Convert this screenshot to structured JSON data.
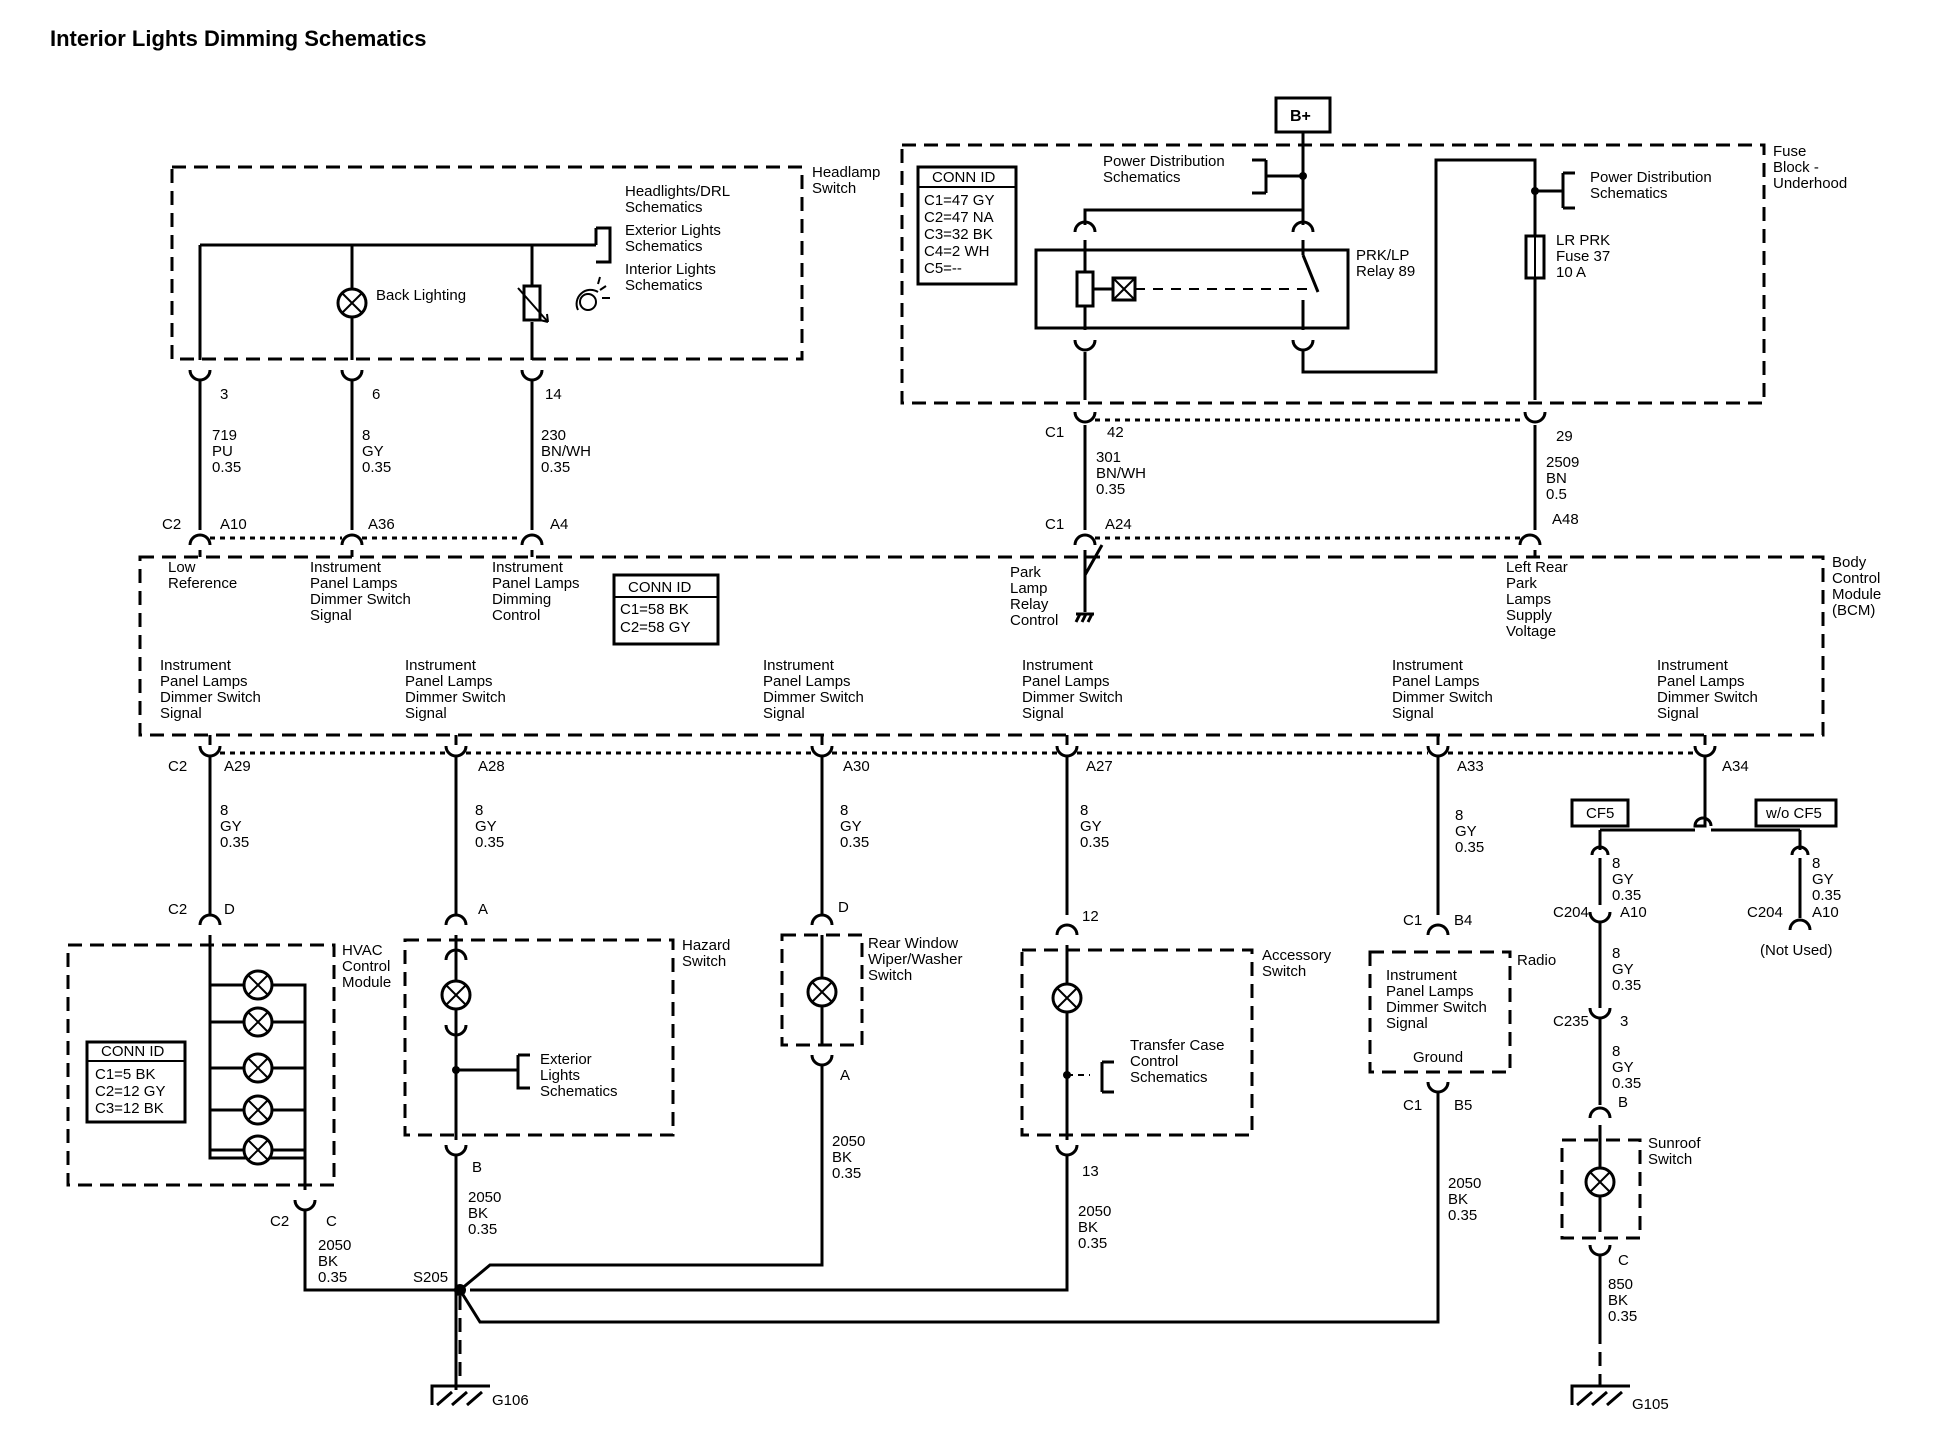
{
  "title": "Interior Lights Dimming Schematics",
  "power": {
    "label": "B+"
  },
  "headlamp": {
    "label": [
      "Headlamp",
      "Switch"
    ],
    "refs": [
      "Headlights/DRL",
      "Schematics",
      "Exterior Lights",
      "Schematics",
      "Interior Lights",
      "Schematics"
    ],
    "back_lighting": "Back Lighting"
  },
  "fuse_block": {
    "label": [
      "Fuse",
      "Block -",
      "Underhood"
    ],
    "conn_title": "CONN ID",
    "conn": [
      "C1=47 GY",
      "C2=47 NA",
      "C3=32 BK",
      "C4=2 WH",
      "C5=--"
    ],
    "pds1": [
      "Power Distribution",
      "Schematics"
    ],
    "pds2": [
      "Power Distribution",
      "Schematics"
    ],
    "relay": [
      "PRK/LP",
      "Relay 89"
    ],
    "fuse": [
      "LR PRK",
      "Fuse 37",
      "10 A"
    ]
  },
  "upper_wires": {
    "w1": {
      "pin": "3",
      "circuit": [
        "719",
        "PU",
        "0.35"
      ],
      "bcm_pin": "A10",
      "conn": "C2"
    },
    "w2": {
      "pin": "6",
      "circuit": [
        "8",
        "GY",
        "0.35"
      ],
      "bcm_pin": "A36"
    },
    "w3": {
      "pin": "14",
      "circuit": [
        "230",
        "BN/WH",
        "0.35"
      ],
      "bcm_pin": "A4"
    },
    "w4": {
      "conn_top": "C1",
      "pin": "42",
      "circuit": [
        "301",
        "BN/WH",
        "0.35"
      ],
      "conn_bot": "C1",
      "bcm_pin": "A24"
    },
    "w5": {
      "pin": "29",
      "circuit": [
        "2509",
        "BN",
        "0.5"
      ],
      "bcm_pin": "A48"
    }
  },
  "bcm": {
    "label": [
      "Body",
      "Control",
      "Module",
      "(BCM)"
    ],
    "low_ref": [
      "Low",
      "Reference"
    ],
    "ip_signal": [
      "Instrument",
      "Panel Lamps",
      "Dimmer Switch",
      "Signal"
    ],
    "ip_dimming": [
      "Instrument",
      "Panel Lamps",
      "Dimming",
      "Control"
    ],
    "conn_title": "CONN ID",
    "conn": [
      "C1=58 BK",
      "C2=58 GY"
    ],
    "park_relay": [
      "Park",
      "Lamp",
      "Relay",
      "Control"
    ],
    "lr_park": [
      "Left Rear",
      "Park",
      "Lamps",
      "Supply",
      "Voltage"
    ],
    "bottom_label": [
      "Instrument",
      "Panel Lamps",
      "Dimmer Switch",
      "Signal"
    ]
  },
  "lower_pins": {
    "p1": {
      "conn": "C2",
      "pin": "A29"
    },
    "p2": {
      "pin": "A28"
    },
    "p3": {
      "pin": "A30"
    },
    "p4": {
      "pin": "A27"
    },
    "p5": {
      "pin": "A33"
    },
    "p6": {
      "pin": "A34"
    }
  },
  "circuit_8gy": [
    "8",
    "GY",
    "0.35"
  ],
  "circuit_2050": [
    "2050",
    "BK",
    "0.35"
  ],
  "hvac": {
    "label": [
      "HVAC",
      "Control",
      "Module"
    ],
    "conn_top": "C2",
    "pin_top": "D",
    "conn_title": "CONN ID",
    "conn": [
      "C1=5 BK",
      "C2=12 GY",
      "C3=12 BK"
    ],
    "conn_bot": "C2",
    "pin_bot": "C"
  },
  "hazard": {
    "label": [
      "Hazard",
      "Switch"
    ],
    "pin_top": "A",
    "pin_bot": "B",
    "ref": [
      "Exterior",
      "Lights",
      "Schematics"
    ]
  },
  "rear_wiper": {
    "label": [
      "Rear Window",
      "Wiper/Washer",
      "Switch"
    ],
    "pin_top": "D",
    "pin_bot": "A"
  },
  "accessory": {
    "label": [
      "Accessory",
      "Switch"
    ],
    "pin_top": "12",
    "pin_bot": "13",
    "ref": [
      "Transfer Case",
      "Control",
      "Schematics"
    ]
  },
  "radio": {
    "label": "Radio",
    "conn_top": "C1",
    "pin_top": "B4",
    "inner": [
      "Instrument",
      "Panel Lamps",
      "Dimmer Switch",
      "Signal"
    ],
    "ground": "Ground",
    "conn_bot": "C1",
    "pin_bot": "B5"
  },
  "sunroof": {
    "option_a": "CF5",
    "option_b": "w/o CF5",
    "c204": "C204",
    "a10": "A10",
    "not_used": "(Not Used)",
    "c235": "C235",
    "pin3": "3",
    "pin_b": "B",
    "label": [
      "Sunroof",
      "Switch"
    ],
    "pin_c": "C",
    "circuit": [
      "850",
      "BK",
      "0.35"
    ]
  },
  "splice": "S205",
  "grounds": {
    "g1": "G106",
    "g2": "G105"
  }
}
